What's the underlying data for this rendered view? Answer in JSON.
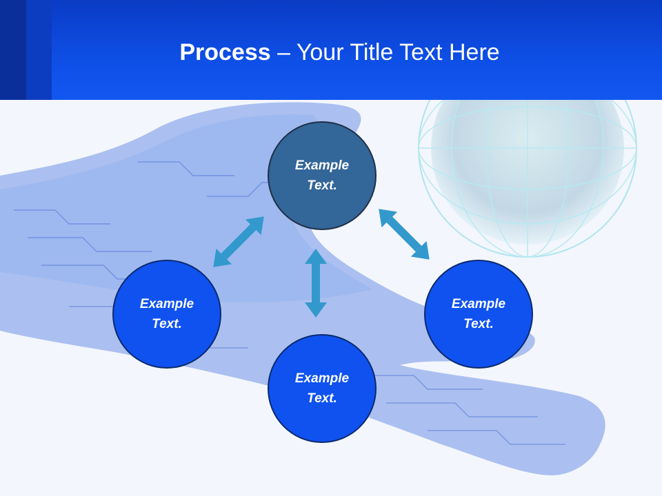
{
  "header": {
    "title_bold": "Process",
    "title_rest": " – Your Title Text Here"
  },
  "diagram": {
    "nodes": [
      {
        "line1": "Example",
        "line2": "Text."
      },
      {
        "line1": "Example",
        "line2": "Text."
      },
      {
        "line1": "Example",
        "line2": "Text."
      },
      {
        "line1": "Example",
        "line2": "Text."
      }
    ]
  },
  "colors": {
    "header_blue": "#0e4fe6",
    "center_node": "#336699",
    "outer_node": "#0f52f0",
    "arrow": "#3399cc"
  }
}
